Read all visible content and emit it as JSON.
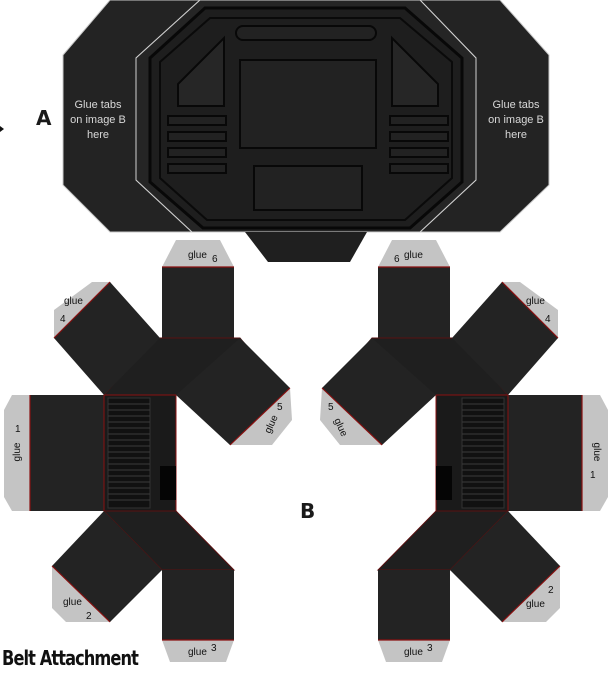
{
  "labels": {
    "part_a": "A",
    "part_b": "B",
    "title": "Belt Attachment"
  },
  "part_a": {
    "left_note": [
      "Glue tabs",
      "on image B",
      "here"
    ],
    "right_note": [
      "Glue tabs",
      "on image B",
      "here"
    ]
  },
  "part_b": {
    "glue_word": "glue",
    "left_tabs": [
      "6",
      "4",
      "5",
      "1",
      "2",
      "3"
    ],
    "right_tabs": [
      "6",
      "4",
      "5",
      "1",
      "2",
      "3"
    ]
  },
  "colors": {
    "body": "#232323",
    "panel": "#1c1c1c",
    "edge": "#c8c8c8",
    "tab": "#c4c4c4",
    "red_line": "#8a1010"
  }
}
